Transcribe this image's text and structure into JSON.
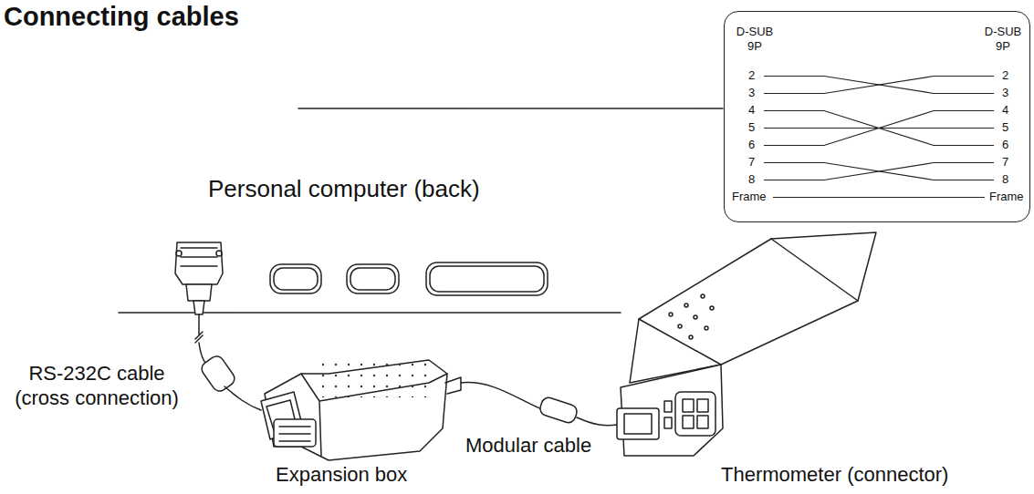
{
  "diagram": {
    "title": "Connecting cables",
    "nodes": [
      {
        "text": [
          "Personal computer (back)"
        ]
      },
      {
        "text": [
          "D-SUB 9P",
          "D-SUB 9P",
          "2",
          "3",
          "4",
          "5",
          "6",
          "7",
          "8",
          "Frame",
          "2",
          "3",
          "4",
          "5",
          "6",
          "7",
          "8",
          "Frame"
        ]
      }
    ],
    "labels": [
      "RS-232C cable (cross connection)",
      "Expansion box",
      "Modular cable",
      "Thermometer (connector)"
    ]
  }
}
